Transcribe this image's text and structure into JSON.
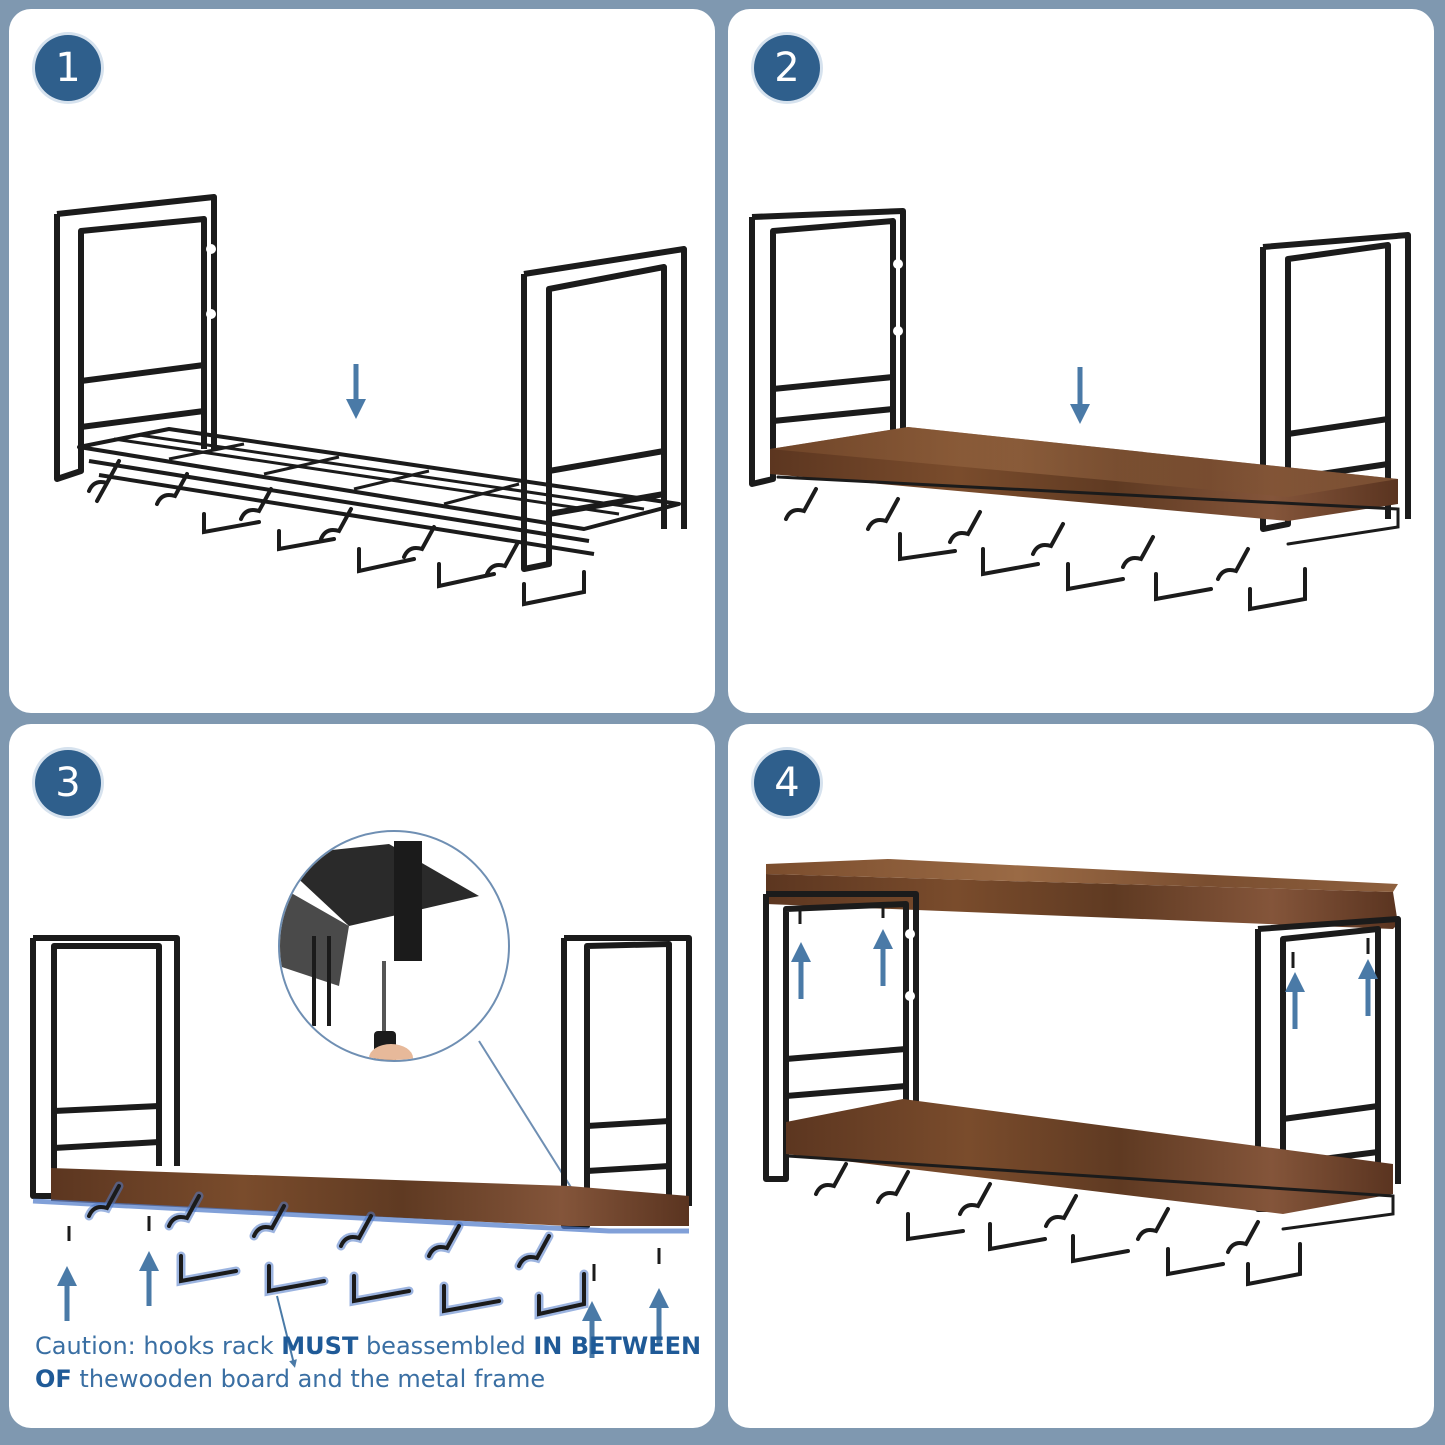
{
  "steps": [
    {
      "number": "1"
    },
    {
      "number": "2"
    },
    {
      "number": "3"
    },
    {
      "number": "4"
    }
  ],
  "caution": {
    "part1": "Caution: hooks rack ",
    "bold1": "MUST",
    "part2": " beassembled ",
    "bold2": "IN BETWEEN OF",
    "part3": " thewooden board and the metal frame"
  },
  "colors": {
    "background": "#7f98b0",
    "badge": "#2f5f8c",
    "arrow": "#4a7aa7",
    "wood": "#6b4124",
    "frame": "#1b1b1b",
    "highlight": "#4c78c8"
  }
}
